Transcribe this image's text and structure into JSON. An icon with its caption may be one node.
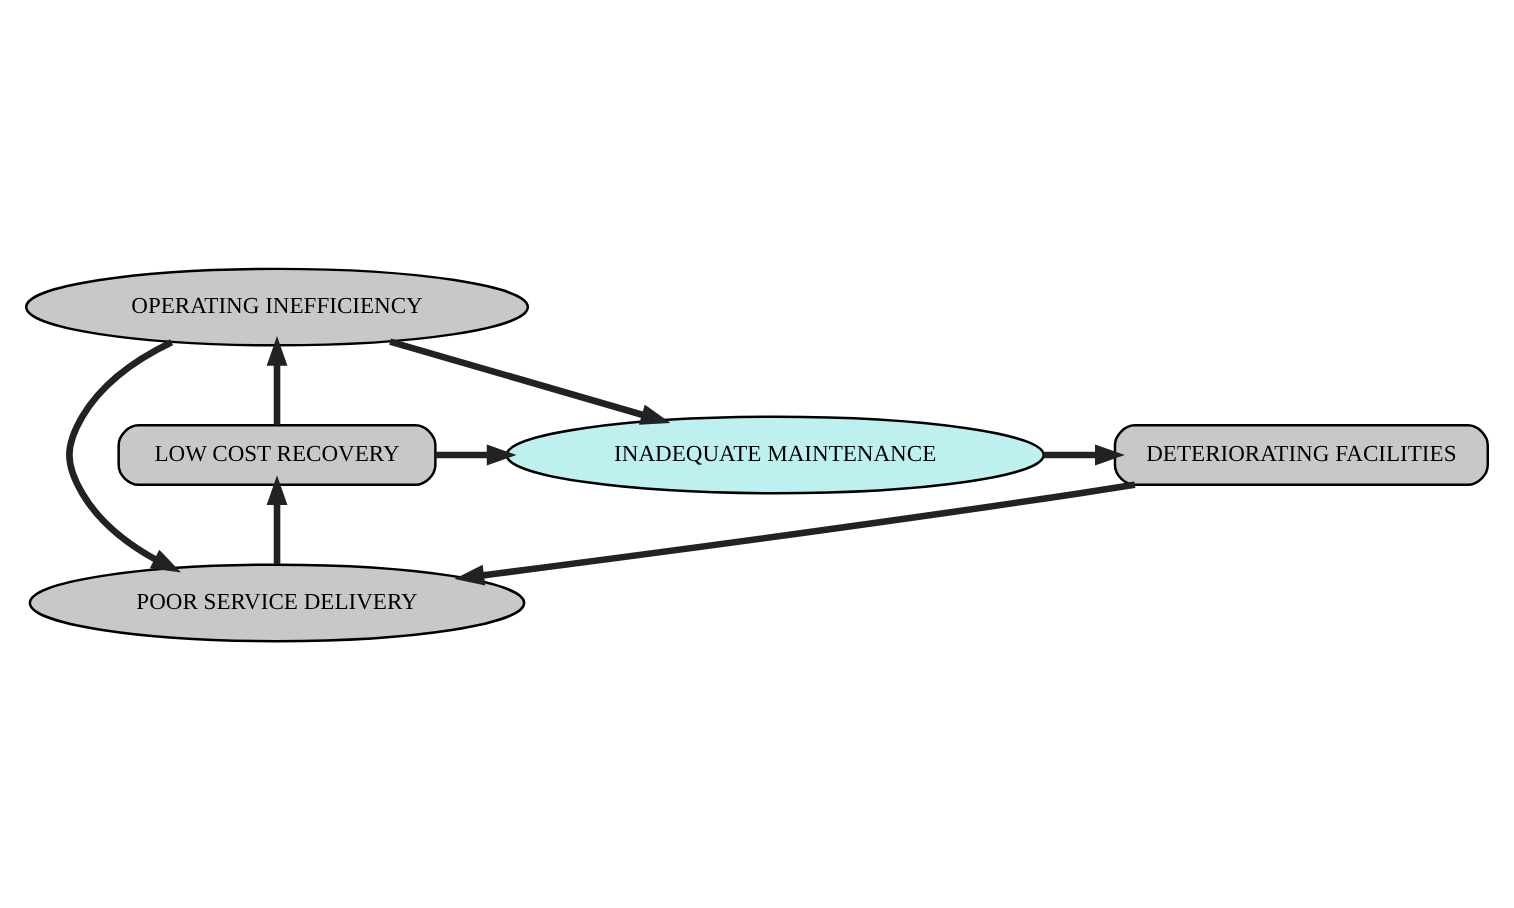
{
  "diagram": {
    "nodes": [
      {
        "text": [
          "OPERATING INEFFICIENCY"
        ]
      },
      {
        "text": [
          "DETERIORATING FACILITIES"
        ]
      },
      {
        "text": [
          "INADEQUATE MAINTENANCE"
        ]
      },
      {
        "text": [
          "LOW COST RECOVERY"
        ]
      },
      {
        "text": [
          "POOR SERVICE DELIVERY"
        ]
      }
    ],
    "edges": [
      {
        "from": 0,
        "to": 2,
        "arrow": "to"
      },
      {
        "from": 2,
        "to": 1,
        "arrow": "to"
      },
      {
        "from": 3,
        "to": 2,
        "arrow": "to"
      },
      {
        "from": 1,
        "to": 4,
        "arrow": "to"
      },
      {
        "from": 4,
        "to": 3,
        "arrow": "to"
      },
      {
        "from": 3,
        "to": 0,
        "arrow": "to"
      },
      {
        "from": 0,
        "to": 4,
        "arrow": "to"
      }
    ]
  }
}
